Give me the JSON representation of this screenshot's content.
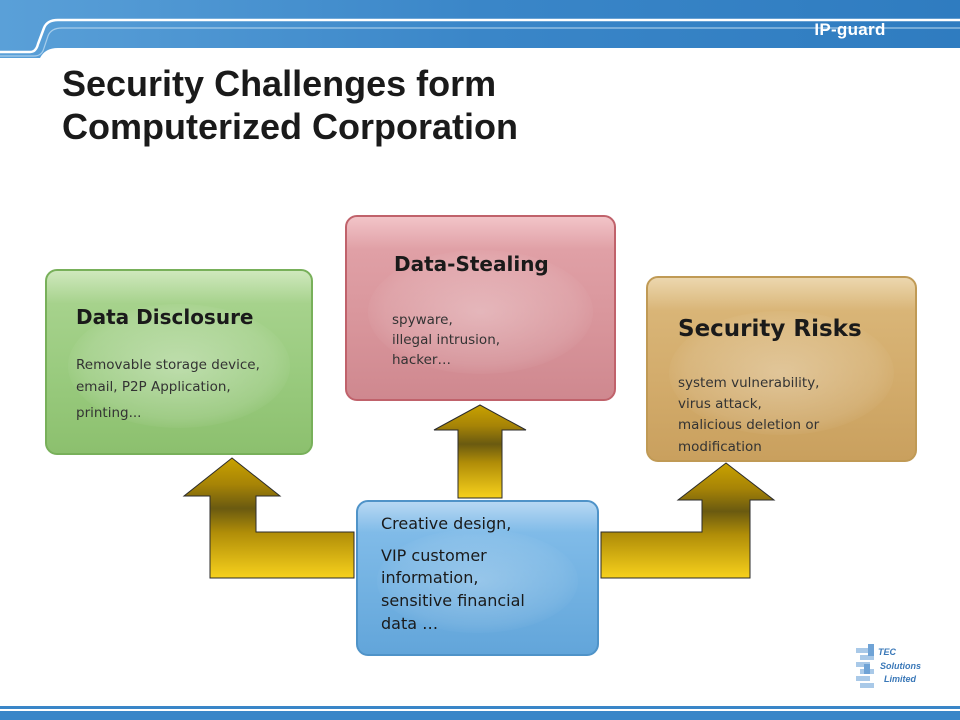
{
  "brand": "IP-guard",
  "title_line1": "Security Challenges form",
  "title_line2": "Computerized Corporation",
  "boxes": {
    "disclosure": {
      "heading": "Data Disclosure",
      "lines": [
        "Removable storage device,",
        "email, P2P Application,",
        "printing..."
      ]
    },
    "stealing": {
      "heading": "Data-Stealing",
      "lines": [
        "spyware,",
        "illegal intrusion,",
        "hacker…"
      ]
    },
    "risks": {
      "heading": "Security Risks",
      "lines": [
        "system vulnerability,",
        "virus attack,",
        "malicious deletion or",
        "modification"
      ]
    },
    "core": {
      "lines": [
        "Creative design,",
        "VIP customer",
        "information,",
        "sensitive financial",
        "data …"
      ]
    }
  },
  "logo": {
    "lines": [
      "TEC",
      "Solutions",
      "Limited"
    ]
  },
  "colors": {
    "header_blue": "#3a86c8",
    "green": "#9acb7f",
    "red": "#d9969c",
    "tan": "#d3ac6c",
    "blue_box": "#73b2e2",
    "arrow_gold": "#f5cf1a"
  }
}
